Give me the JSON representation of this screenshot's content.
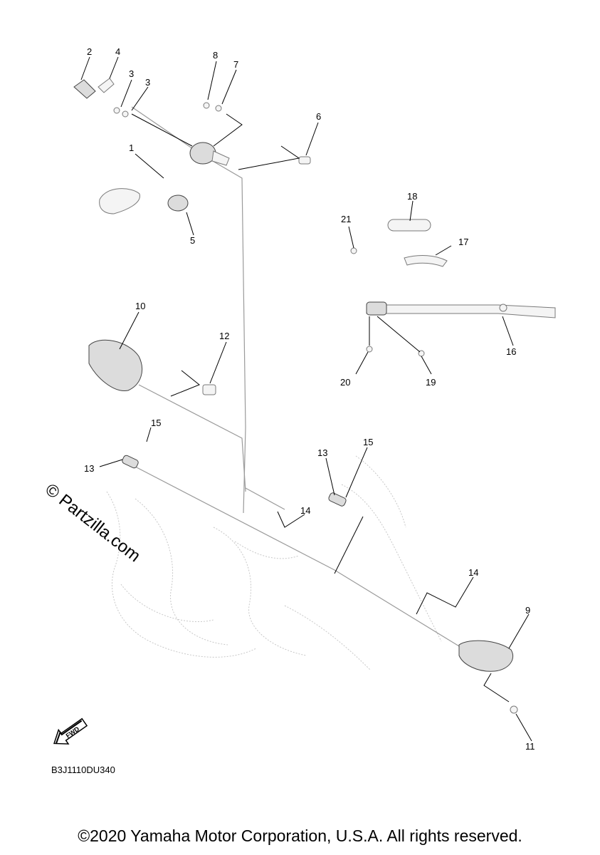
{
  "watermark": "© Partzilla.com",
  "diagram_code": "B3J1110DU340",
  "fwd_label": "FWD",
  "copyright": "©2020 Yamaha Motor Corporation, U.S.A. All rights reserved.",
  "callouts": [
    {
      "id": "c2",
      "text": "2"
    },
    {
      "id": "c4",
      "text": "4"
    },
    {
      "id": "c3a",
      "text": "3"
    },
    {
      "id": "c3b",
      "text": "3"
    },
    {
      "id": "c8",
      "text": "8"
    },
    {
      "id": "c7",
      "text": "7"
    },
    {
      "id": "c6",
      "text": "6"
    },
    {
      "id": "c1",
      "text": "1"
    },
    {
      "id": "c5",
      "text": "5"
    },
    {
      "id": "c18",
      "text": "18"
    },
    {
      "id": "c21",
      "text": "21"
    },
    {
      "id": "c17",
      "text": "17"
    },
    {
      "id": "c10",
      "text": "10"
    },
    {
      "id": "c12",
      "text": "12"
    },
    {
      "id": "c16",
      "text": "16"
    },
    {
      "id": "c20",
      "text": "20"
    },
    {
      "id": "c19",
      "text": "19"
    },
    {
      "id": "c15a",
      "text": "15"
    },
    {
      "id": "c13a",
      "text": "13"
    },
    {
      "id": "c13b",
      "text": "13"
    },
    {
      "id": "c15b",
      "text": "15"
    },
    {
      "id": "c14a",
      "text": "14"
    },
    {
      "id": "c14b",
      "text": "14"
    },
    {
      "id": "c9",
      "text": "9"
    },
    {
      "id": "c11",
      "text": "11"
    }
  ]
}
